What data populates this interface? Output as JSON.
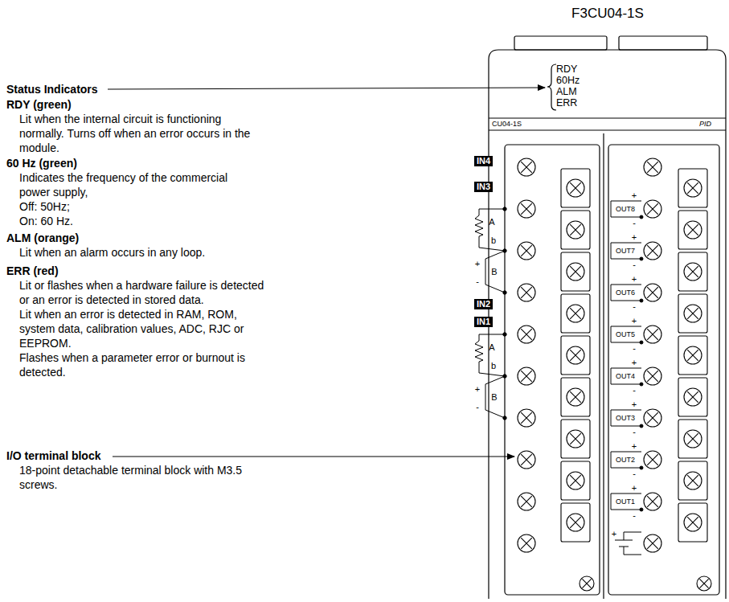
{
  "diagram": {
    "title": "F3CU04-1S",
    "nodes": [
      {
        "text": [
          "IN4"
        ]
      },
      {
        "text": [
          "IN3"
        ]
      },
      {
        "text": [
          "IN2"
        ]
      },
      {
        "text": [
          "IN1"
        ]
      }
    ],
    "labels": [
      "Status Indicators",
      "RDY (green)",
      "Lit when the internal circuit is functioning normally. Turns off when an error occurs in the module.",
      "60 Hz (green)",
      "Indicates the frequency of the commercial power supply,",
      "Off: 50Hz;",
      "On: 60 Hz.",
      "ALM (orange)",
      "Lit when an alarm occurs in any loop.",
      "ERR (red)",
      "Lit or flashes when a hardware failure is detected or an error is detected in stored data.",
      "Lit when an error is detected in RAM, ROM, system data, calibration values, ADC, RJC or EEPROM.",
      "Flashes when a parameter error or burnout is detected.",
      "I/O terminal block",
      "18-point detachable terminal block with M3.5 screws.",
      "RDY",
      "60Hz",
      "ALM",
      "ERR",
      "CU04-1S",
      "PID",
      "A",
      "b",
      "+",
      "B",
      "-",
      "A",
      "b",
      "+",
      "B",
      "-",
      "+",
      "OUT8",
      "-",
      "+",
      "OUT7",
      "-",
      "+",
      "OUT6",
      "-",
      "+",
      "OUT5",
      "-",
      "+",
      "OUT4",
      "-",
      "+",
      "OUT3",
      "-",
      "+",
      "OUT2",
      "-",
      "+",
      "OUT1",
      "-",
      "+"
    ]
  }
}
